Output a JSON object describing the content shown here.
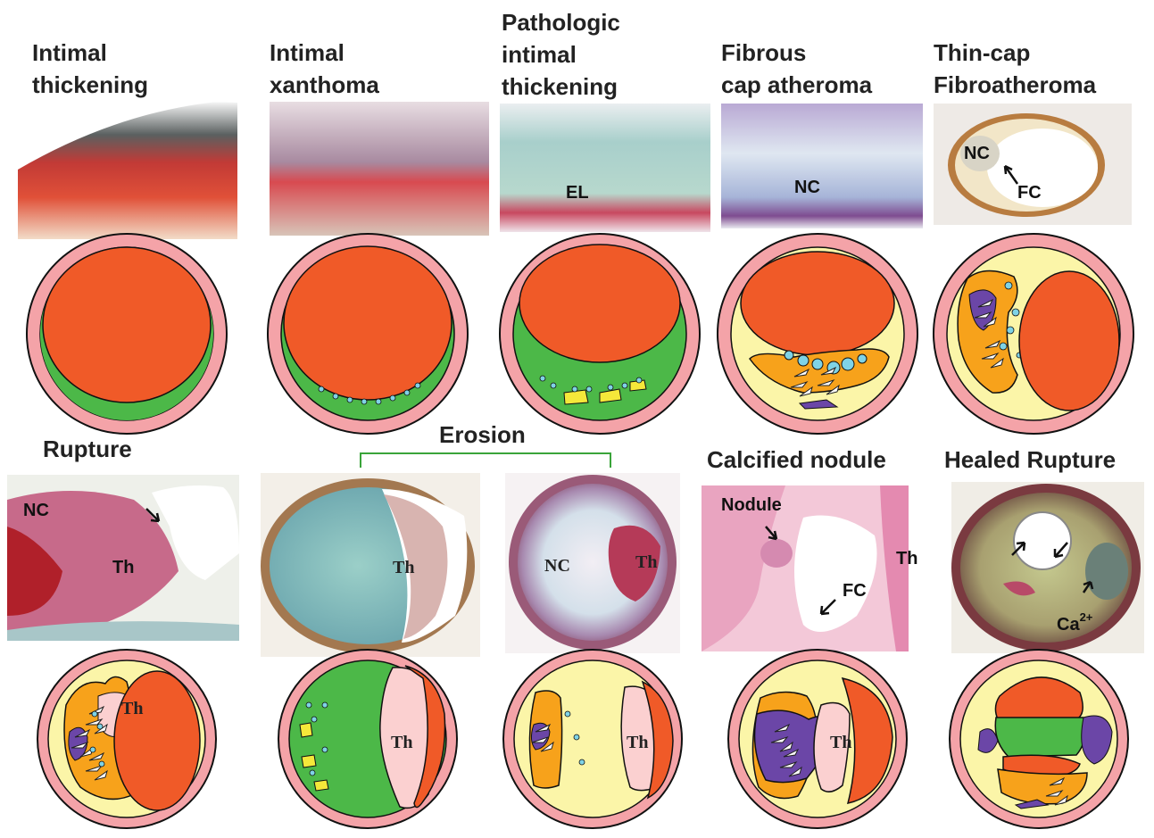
{
  "panels_top": [
    {
      "title": [
        "Intimal",
        "thickening"
      ]
    },
    {
      "title": [
        "Intimal",
        "xanthoma"
      ]
    },
    {
      "title": [
        "Pathologic",
        "intimal",
        "thickening"
      ],
      "label": "EL"
    },
    {
      "title": [
        "Fibrous",
        "cap atheroma"
      ],
      "label": "NC"
    },
    {
      "title": [
        "Thin-cap",
        "Fibroatheroma"
      ],
      "labels": [
        "NC",
        "FC"
      ]
    }
  ],
  "panels_bottom": {
    "rupture": {
      "title": "Rupture",
      "labels": [
        "NC",
        "Th"
      ]
    },
    "erosion": {
      "title": "Erosion",
      "labels_a": [
        "Th"
      ],
      "labels_b": [
        "NC",
        "Th"
      ]
    },
    "calcified": {
      "title": "Calcified nodule",
      "labels": [
        "Nodule",
        "FC",
        "Th"
      ]
    },
    "healed": {
      "title": "Healed Rupture",
      "label_base": "Ca",
      "label_sup": "2+"
    }
  },
  "diagram_labels": {
    "th": "Th"
  },
  "colors": {
    "lumen": "#f05a28",
    "media": "#f4a3a8",
    "intima_green": "#4cb848",
    "intima_yellow": "#fbf5a8",
    "core_orange": "#f7a21b",
    "calcium_purple": "#6b46a7",
    "thrombus_pink": "#fbd0d0",
    "cells_cyan": "#7fd3e6",
    "bracket_green": "#3aa43a"
  }
}
